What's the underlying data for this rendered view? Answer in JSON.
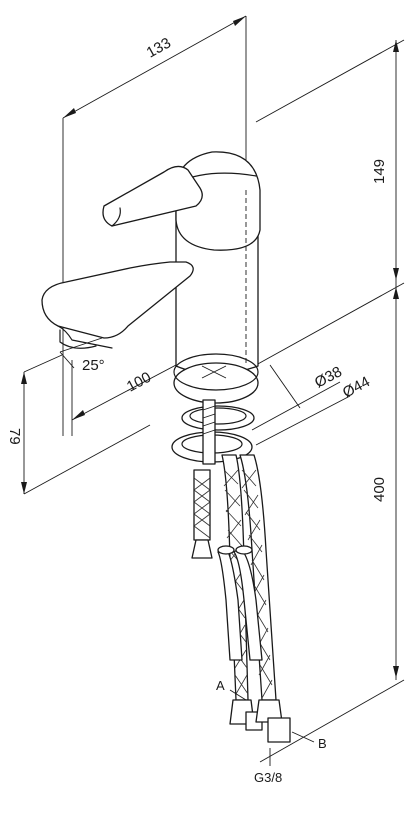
{
  "dimensions": {
    "width_total": "133",
    "top_height": "149",
    "spout_reach": "100",
    "spout_angle": "25°",
    "spout_height": "79",
    "base_diameter_inner": "Ø38",
    "base_diameter_outer": "Ø44",
    "hose_length": "400"
  },
  "labels": {
    "hose_a": "A",
    "hose_b": "B",
    "thread": "G3/8"
  }
}
